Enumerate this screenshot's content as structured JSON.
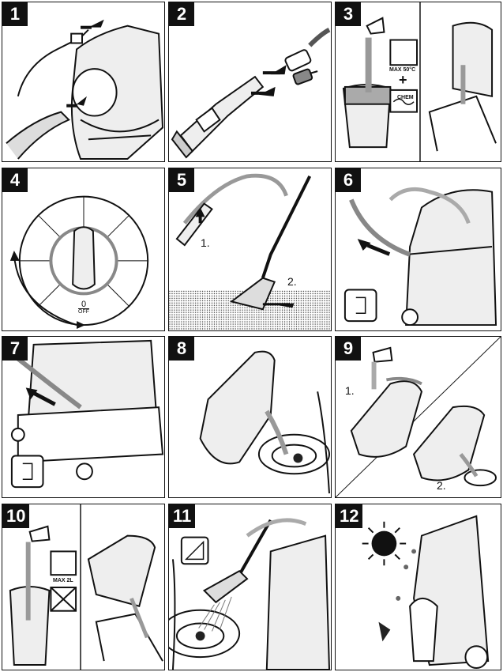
{
  "panels": [
    {
      "number": "1"
    },
    {
      "number": "2"
    },
    {
      "number": "3",
      "max_temp": "MAX 50°C",
      "chem_label": "CHEM",
      "plus": "+"
    },
    {
      "number": "4",
      "dial_zero": "0",
      "dial_off": "OFF"
    },
    {
      "number": "5",
      "step1": "1.",
      "step2": "2."
    },
    {
      "number": "6"
    },
    {
      "number": "7"
    },
    {
      "number": "8"
    },
    {
      "number": "9",
      "step1": "1.",
      "step2": "2."
    },
    {
      "number": "10",
      "max_volume": "MAX 2L"
    },
    {
      "number": "11"
    },
    {
      "number": "12"
    }
  ],
  "colors": {
    "line": "#111111",
    "gray": "#9a9a9a",
    "light": "#d6d6d6",
    "water": "#a8a8a8"
  }
}
